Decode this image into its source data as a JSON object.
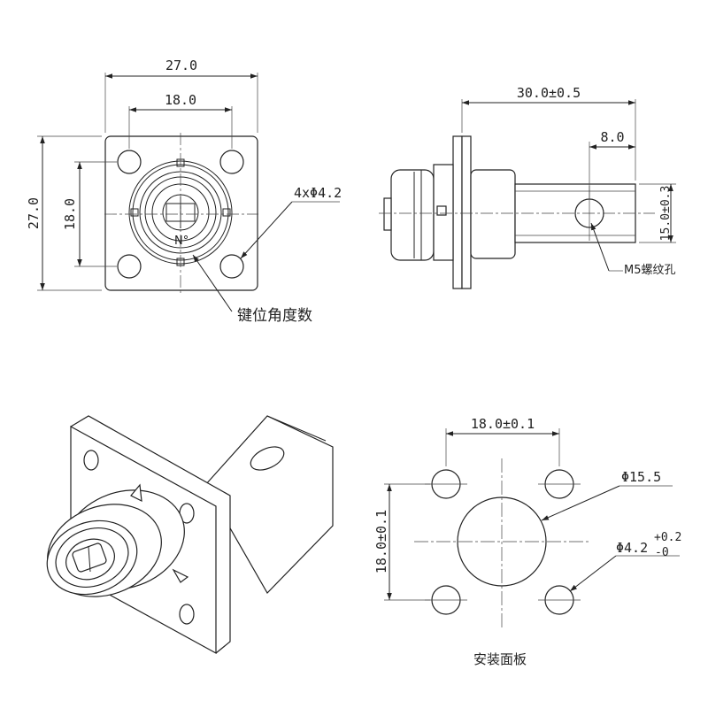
{
  "front_view": {
    "width_overall": "27.0",
    "hole_spacing_h": "18.0",
    "height_overall": "27.0",
    "hole_spacing_v": "18.0",
    "hole_callout": "4xΦ4.2",
    "key_label": "键位角度数",
    "key_mark": "N°"
  },
  "side_view": {
    "length": "30.0±0.5",
    "hole_offset": "8.0",
    "tab_width": "15.0±0.3",
    "thread_label": "M5螺纹孔"
  },
  "panel_view": {
    "hole_spacing_h": "18.0±0.1",
    "hole_spacing_v": "18.0±0.1",
    "center_hole": "Φ15.5",
    "mount_hole": "Φ4.2",
    "tol_upper": "+0.2",
    "tol_lower": "-0",
    "caption": "安装面板"
  },
  "colors": {
    "line": "#222222",
    "background": "#ffffff"
  }
}
